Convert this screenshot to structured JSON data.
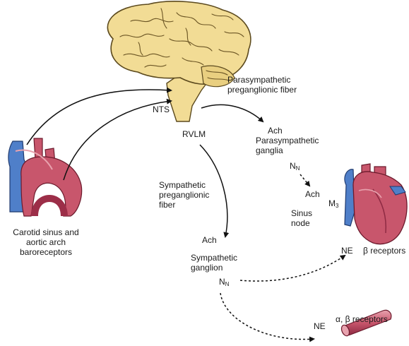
{
  "labels": {
    "parasym_fiber": "Parasympathetic preganglionic fiber",
    "nts": "NTS",
    "rvlm": "RVLM",
    "ach_para": "Ach",
    "para_ganglia": "Parasympathetic ganglia",
    "nn_para": "N",
    "nn_para_sub": "N",
    "ach_sinus": "Ach",
    "m3": "M",
    "m3_sub": "3",
    "sinus_node": "Sinus node",
    "sym_fiber": "Sympathetic preganglionic fiber",
    "carotid": "Carotid sinus and aortic arch baroreceptors",
    "ach_sym": "Ach",
    "sym_ganglion": "Sympathetic ganglion",
    "nn_sym": "N",
    "nn_sym_sub": "N",
    "ne_heart": "NE",
    "beta_receptors": "β receptors",
    "ne_vessel": "NE",
    "alpha_beta_receptors": "α, β receptors"
  },
  "colors": {
    "brain_fill": "#f2dc95",
    "brain_stroke": "#5c4a1e",
    "heart_red": "#c8566c",
    "heart_dark_red": "#9c2e48",
    "vein_blue": "#4f7fc9",
    "arrow": "#111111"
  },
  "icons": [
    "brain-icon",
    "carotid-aortic-arch-icon",
    "heart-icon",
    "blood-vessel-icon"
  ]
}
